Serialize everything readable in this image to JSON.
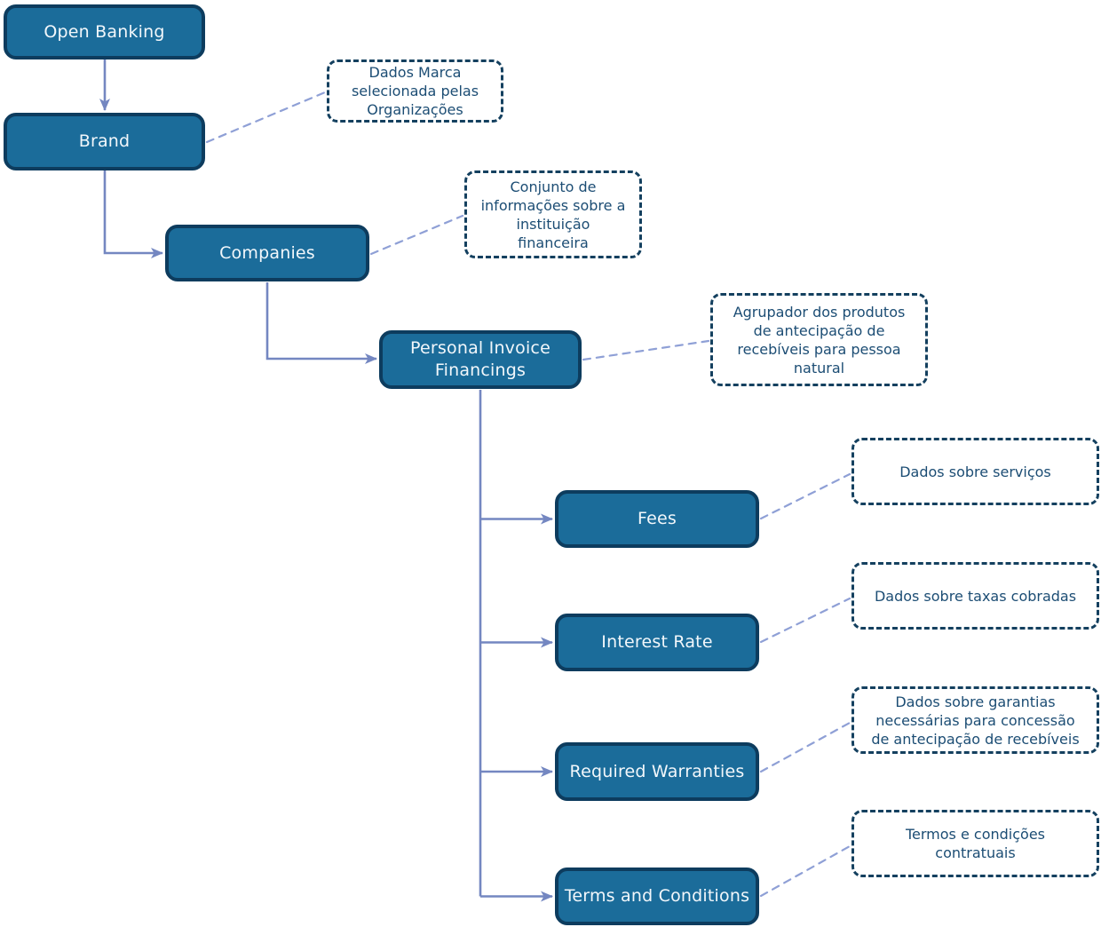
{
  "diagram": {
    "title": "Open Banking - Personal Invoice Financings hierarchy",
    "nodes": [
      {
        "id": "open-banking",
        "label": "Open Banking"
      },
      {
        "id": "brand",
        "label": "Brand"
      },
      {
        "id": "companies",
        "label": "Companies"
      },
      {
        "id": "personal-invoice-financings",
        "label": "Personal Invoice\nFinancings"
      },
      {
        "id": "fees",
        "label": "Fees"
      },
      {
        "id": "interest-rate",
        "label": "Interest Rate"
      },
      {
        "id": "required-warranties",
        "label": "Required Warranties"
      },
      {
        "id": "terms-and-conditions",
        "label": "Terms and Conditions"
      }
    ],
    "annotations": [
      {
        "for": "brand",
        "text": "Dados Marca\nselecionada pelas\nOrganizações"
      },
      {
        "for": "companies",
        "text": "Conjunto de\ninformações sobre a\ninstituição\nfinanceira"
      },
      {
        "for": "personal-invoice-financings",
        "text": "Agrupador dos produtos\nde antecipação de\nrecebíveis para pessoa\nnatural"
      },
      {
        "for": "fees",
        "text": "Dados sobre serviços"
      },
      {
        "for": "interest-rate",
        "text": "Dados sobre taxas cobradas"
      },
      {
        "for": "required-warranties",
        "text": "Dados sobre garantias\nnecessárias para concessão\nde antecipação de recebíveis"
      },
      {
        "for": "terms-and-conditions",
        "text": "Termos e condições\ncontratuais"
      }
    ],
    "colors": {
      "node_fill": "#1b6c9a",
      "node_border": "#0d3c5e",
      "node_text": "#f2f7fb",
      "connector": "#7487c1",
      "link_dashed": "#8fa0d6",
      "annotation_border": "#14405f",
      "annotation_text": "#1c4d74",
      "background": "#ffffff"
    }
  }
}
